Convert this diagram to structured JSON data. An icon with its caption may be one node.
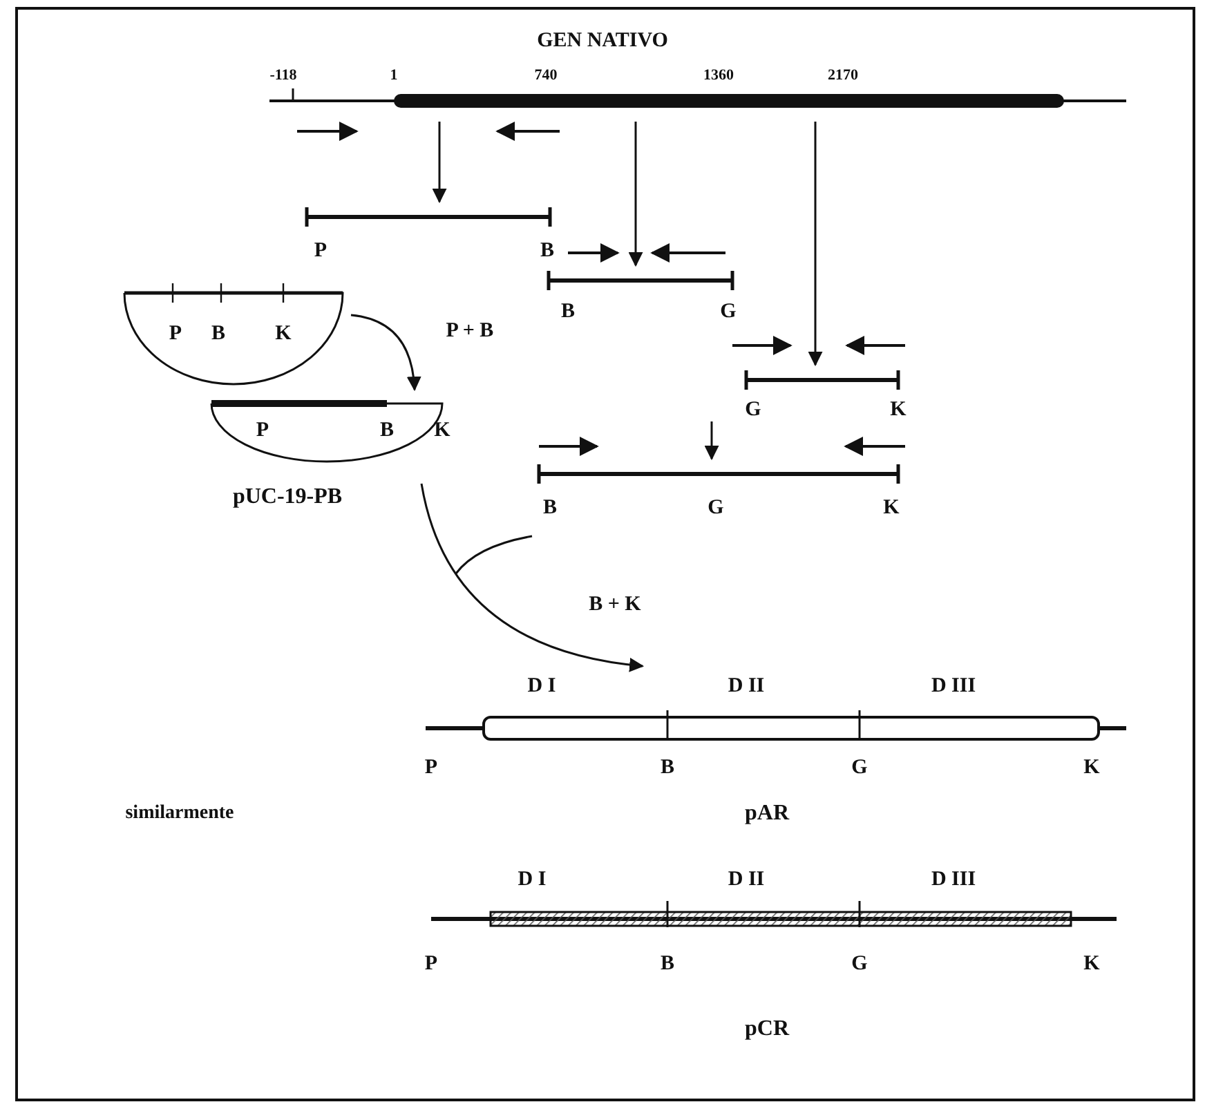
{
  "diagram": {
    "title": "GEN NATIVO",
    "nodes": [
      {
        "text": [],
        "shape": "bar",
        "beside": [
          "-118",
          "1",
          "740",
          "1360",
          "2170"
        ]
      },
      {
        "text": [],
        "shape": "bar",
        "beside": [
          "P",
          "B"
        ]
      },
      {
        "text": [],
        "shape": "bar",
        "beside": [
          "B",
          "G"
        ]
      },
      {
        "text": [],
        "shape": "bar",
        "beside": [
          "G",
          "K"
        ]
      },
      {
        "text": [],
        "shape": "bar",
        "beside": [
          "B",
          "G",
          "K"
        ]
      },
      {
        "text": [
          "P",
          "B",
          "K"
        ]
      },
      {
        "text": [
          "P",
          "B",
          "K"
        ],
        "beside": [
          "pUC-19-PB"
        ]
      },
      {
        "text": [
          "D I",
          "D II",
          "D III"
        ],
        "beside": [
          "P",
          "B",
          "G",
          "K",
          "pAR"
        ]
      },
      {
        "text": [
          "D I",
          "D II",
          "D III"
        ],
        "beside": [
          "P",
          "B",
          "G",
          "K",
          "pCR"
        ]
      }
    ],
    "edges": [
      {
        "from": 0,
        "to": 1,
        "arrow": "to"
      },
      {
        "from": 0,
        "to": 2,
        "arrow": "to"
      },
      {
        "from": 0,
        "to": 3,
        "arrow": "to"
      },
      {
        "from": null,
        "to": 4,
        "arrow": "to"
      },
      {
        "from": 5,
        "to": 6,
        "arrow": "to",
        "label": "P + B"
      },
      {
        "from": 6,
        "to": 7,
        "arrow": "to",
        "label": "B + K"
      }
    ],
    "labels": [
      "similarmente"
    ]
  }
}
